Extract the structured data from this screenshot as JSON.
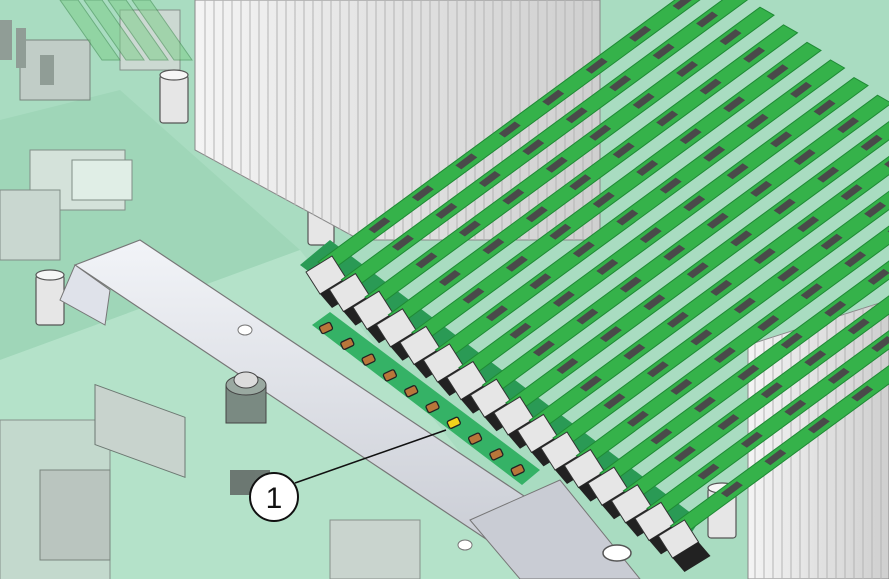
{
  "figure": {
    "type": "hardware-illustration",
    "subject": "memory-dimm-slots",
    "callouts": [
      {
        "number": "1",
        "target": "dimm-fault-led",
        "color": "#f2d21b"
      }
    ]
  },
  "colors": {
    "board": "#a8dcc0",
    "board_dark": "#7fc6a2",
    "dimm_green": "#35b24a",
    "dimm_green_dark": "#1f8a35",
    "chip": "#4a4a4a",
    "heatsink": "#e8e8e8",
    "led_off": "#b8763a",
    "led_on": "#f2d21b"
  }
}
